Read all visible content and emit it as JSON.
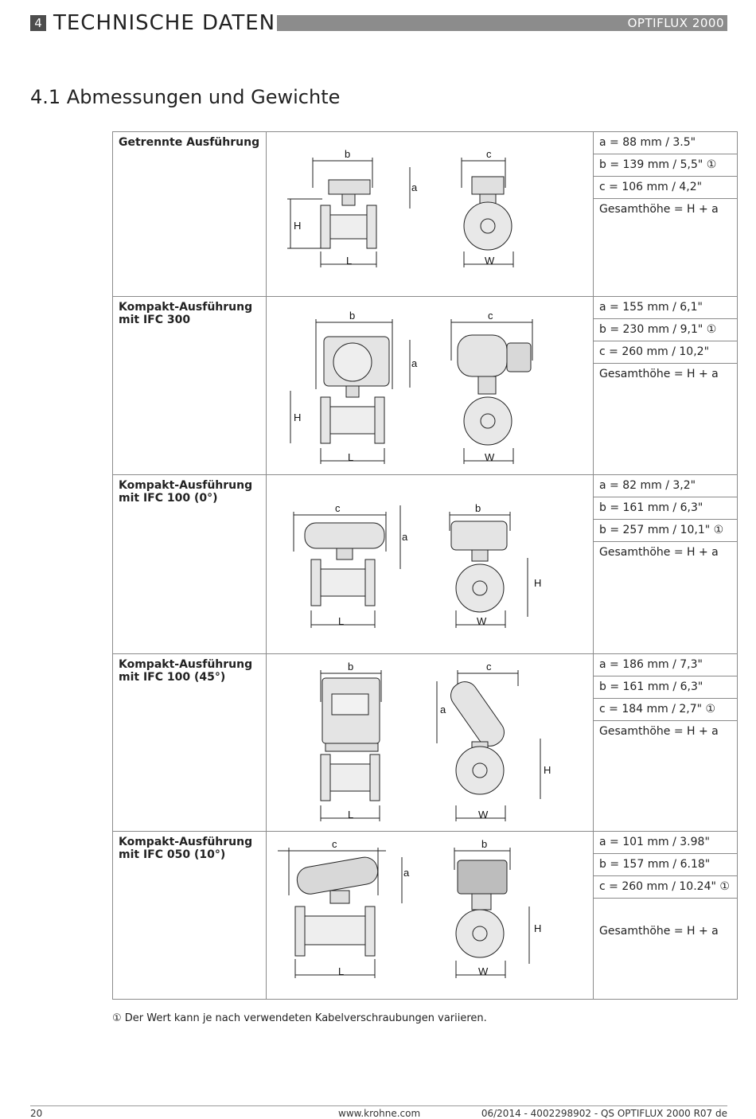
{
  "header": {
    "chapter_number": "4",
    "chapter_title": "TECHNISCHE DATEN",
    "product": "OPTIFLUX 2000"
  },
  "section_title": "4.1  Abmessungen und Gewichte",
  "rows": [
    {
      "label_line1": "Getrennte Ausführung",
      "label_line2": "",
      "values": [
        "a = 88 mm / 3.5\"",
        "b = 139 mm / 5,5\" ①",
        "c = 106 mm / 4,2\"",
        "Gesamthöhe = H + a"
      ],
      "fig_labels": [
        "b",
        "a",
        "H",
        "L",
        "c",
        "W"
      ]
    },
    {
      "label_line1": "Kompakt-Ausführung",
      "label_line2": "mit IFC 300",
      "values": [
        "a = 155 mm / 6,1\"",
        "b = 230 mm / 9,1\" ①",
        "c = 260 mm / 10,2\"",
        "Gesamthöhe = H + a"
      ],
      "fig_labels": [
        "b",
        "a",
        "H",
        "L",
        "c",
        "W"
      ]
    },
    {
      "label_line1": "Kompakt-Ausführung",
      "label_line2": "mit IFC 100 (0°)",
      "values": [
        "a = 82 mm / 3,2\"",
        "b = 161 mm / 6,3\"",
        "b = 257 mm / 10,1\" ①",
        "Gesamthöhe = H + a"
      ],
      "fig_labels": [
        "c",
        "a",
        "L",
        "b",
        "H",
        "W"
      ]
    },
    {
      "label_line1": "Kompakt-Ausführung",
      "label_line2": "mit IFC 100 (45°)",
      "values": [
        "a = 186 mm / 7,3\"",
        "b = 161 mm / 6,3\"",
        "c = 184 mm / 2,7\" ①",
        "Gesamthöhe = H + a"
      ],
      "fig_labels": [
        "b",
        "L",
        "c",
        "a",
        "H",
        "W"
      ]
    },
    {
      "label_line1": "Kompakt-Ausführung",
      "label_line2": "mit IFC 050 (10°)",
      "values": [
        "a = 101 mm / 3.98\"",
        "b = 157 mm / 6.18\"",
        "c = 260 mm / 10.24\" ①",
        "Gesamthöhe = H + a"
      ],
      "fig_labels": [
        "c",
        "a",
        "L",
        "b",
        "H",
        "W"
      ]
    }
  ],
  "footnote": "①  Der Wert kann je nach verwendeten Kabelverschraubungen variieren.",
  "footer": {
    "page": "20",
    "url": "www.krohne.com",
    "doc": "06/2014 - 4002298902 - QS OPTIFLUX 2000 R07 de"
  }
}
